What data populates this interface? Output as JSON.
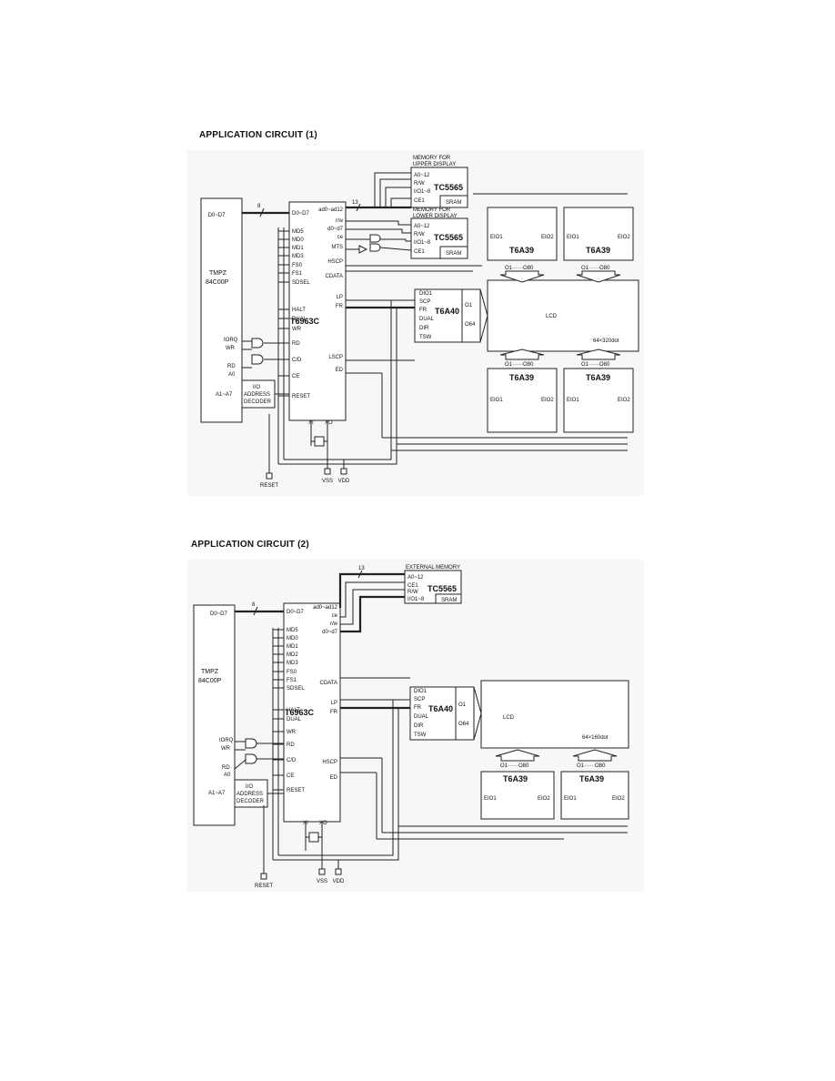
{
  "circuit1": {
    "heading": "APPLICATION CIRCUIT (1)",
    "cpu": {
      "name": "TMPZ",
      "part": "84C00P"
    },
    "controller": "T6963C",
    "sram_upper": {
      "caption": [
        "MEMORY FOR",
        "UPPER DISPLAY"
      ],
      "chip": "TC5565",
      "type": "SRAM",
      "pins": [
        "A0~12",
        "R/W",
        "I/O1~8",
        "CE1"
      ]
    },
    "sram_lower": {
      "caption": [
        "MEMORY FOR",
        "LOWER DISPLAY"
      ],
      "chip": "TC5565",
      "type": "SRAM",
      "pins": [
        "A0~12",
        "R/W",
        "I/O1~8",
        "CE1"
      ]
    },
    "row_driver": "T6A40",
    "row_driver_pins": [
      "DIO1",
      "SCP",
      "FR",
      "DUAL",
      "DIR",
      "TSW"
    ],
    "row_outputs": [
      "O1",
      "O64"
    ],
    "column_drivers": [
      "T6A39",
      "T6A39",
      "T6A39",
      "T6A39"
    ],
    "column_outputs": [
      "O1······O80",
      "O1······O80",
      "O1······O80",
      "O1······O80"
    ],
    "lcd": {
      "label": "LCD",
      "size": "64×320dot"
    },
    "controller_pins_left": [
      "D0~D7",
      "MD5",
      "MD0",
      "MD1",
      "MD3",
      "FS0",
      "FS1",
      "SDSEL",
      "HALT",
      "DUAL",
      "WR",
      "RD",
      "C/D",
      "CE",
      "RESET"
    ],
    "controller_pins_right": [
      "ad0~ad12",
      "r/w",
      "d0~d7",
      "ce",
      "MTS",
      "HSCP",
      "CDATA",
      "LP",
      "FR",
      "LSCP",
      "ED"
    ],
    "bottom_pins": [
      "XI",
      "XO"
    ],
    "cpu_signals": [
      "D0~D7",
      "IORQ",
      "WR",
      "RD",
      "A0",
      "A1~A7"
    ],
    "decoder": [
      "I/O",
      "ADDRESS",
      "DECODER"
    ],
    "bus_widths": [
      "8",
      "13"
    ],
    "power": [
      "RESET",
      "VSS",
      "VDD"
    ],
    "eio": [
      "EIO1",
      "EIO2"
    ]
  },
  "circuit2": {
    "heading": "APPLICATION CIRCUIT (2)",
    "cpu": {
      "name": "TMPZ",
      "part": "84C00P"
    },
    "controller": "T6963C",
    "sram": {
      "caption": [
        "EXTERNAL MEMORY"
      ],
      "chip": "TC5565",
      "type": "SRAM",
      "pins": [
        "A0~12",
        "CE1",
        "R/W",
        "I/O1~8"
      ]
    },
    "row_driver": "T6A40",
    "row_driver_pins": [
      "DIO1",
      "SCP",
      "FR",
      "DUAL",
      "DIR",
      "TSW"
    ],
    "row_outputs": [
      "O1",
      "O64"
    ],
    "column_drivers": [
      "T6A39",
      "T6A39"
    ],
    "column_outputs": [
      "O1······O80",
      "O1······O80"
    ],
    "lcd": {
      "label": "LCD",
      "size": "64×160dot"
    },
    "controller_pins_left": [
      "D0~D7",
      "MD5",
      "MD0",
      "MD1",
      "MD2",
      "MD3",
      "FS0",
      "FS1",
      "SDSEL",
      "HALT",
      "DUAL",
      "WR",
      "RD",
      "C/D",
      "CE",
      "RESET"
    ],
    "controller_pins_right": [
      "ad0~ad12",
      "ce",
      "r/w",
      "d0~d7",
      "CDATA",
      "LP",
      "FR",
      "HSCP",
      "ED"
    ],
    "bottom_pins": [
      "XI",
      "XO"
    ],
    "cpu_signals": [
      "D0~D7",
      "IORQ",
      "WR",
      "RD",
      "A0",
      "A1~A7"
    ],
    "decoder": [
      "I/O",
      "ADDRESS",
      "DECODER"
    ],
    "bus_widths": [
      "8",
      "13"
    ],
    "power": [
      "RESET",
      "VSS",
      "VDD"
    ],
    "eio": [
      "EIO1",
      "EIO2"
    ]
  },
  "colors": {
    "line": "#222222",
    "panel": "#f7f7f7"
  }
}
